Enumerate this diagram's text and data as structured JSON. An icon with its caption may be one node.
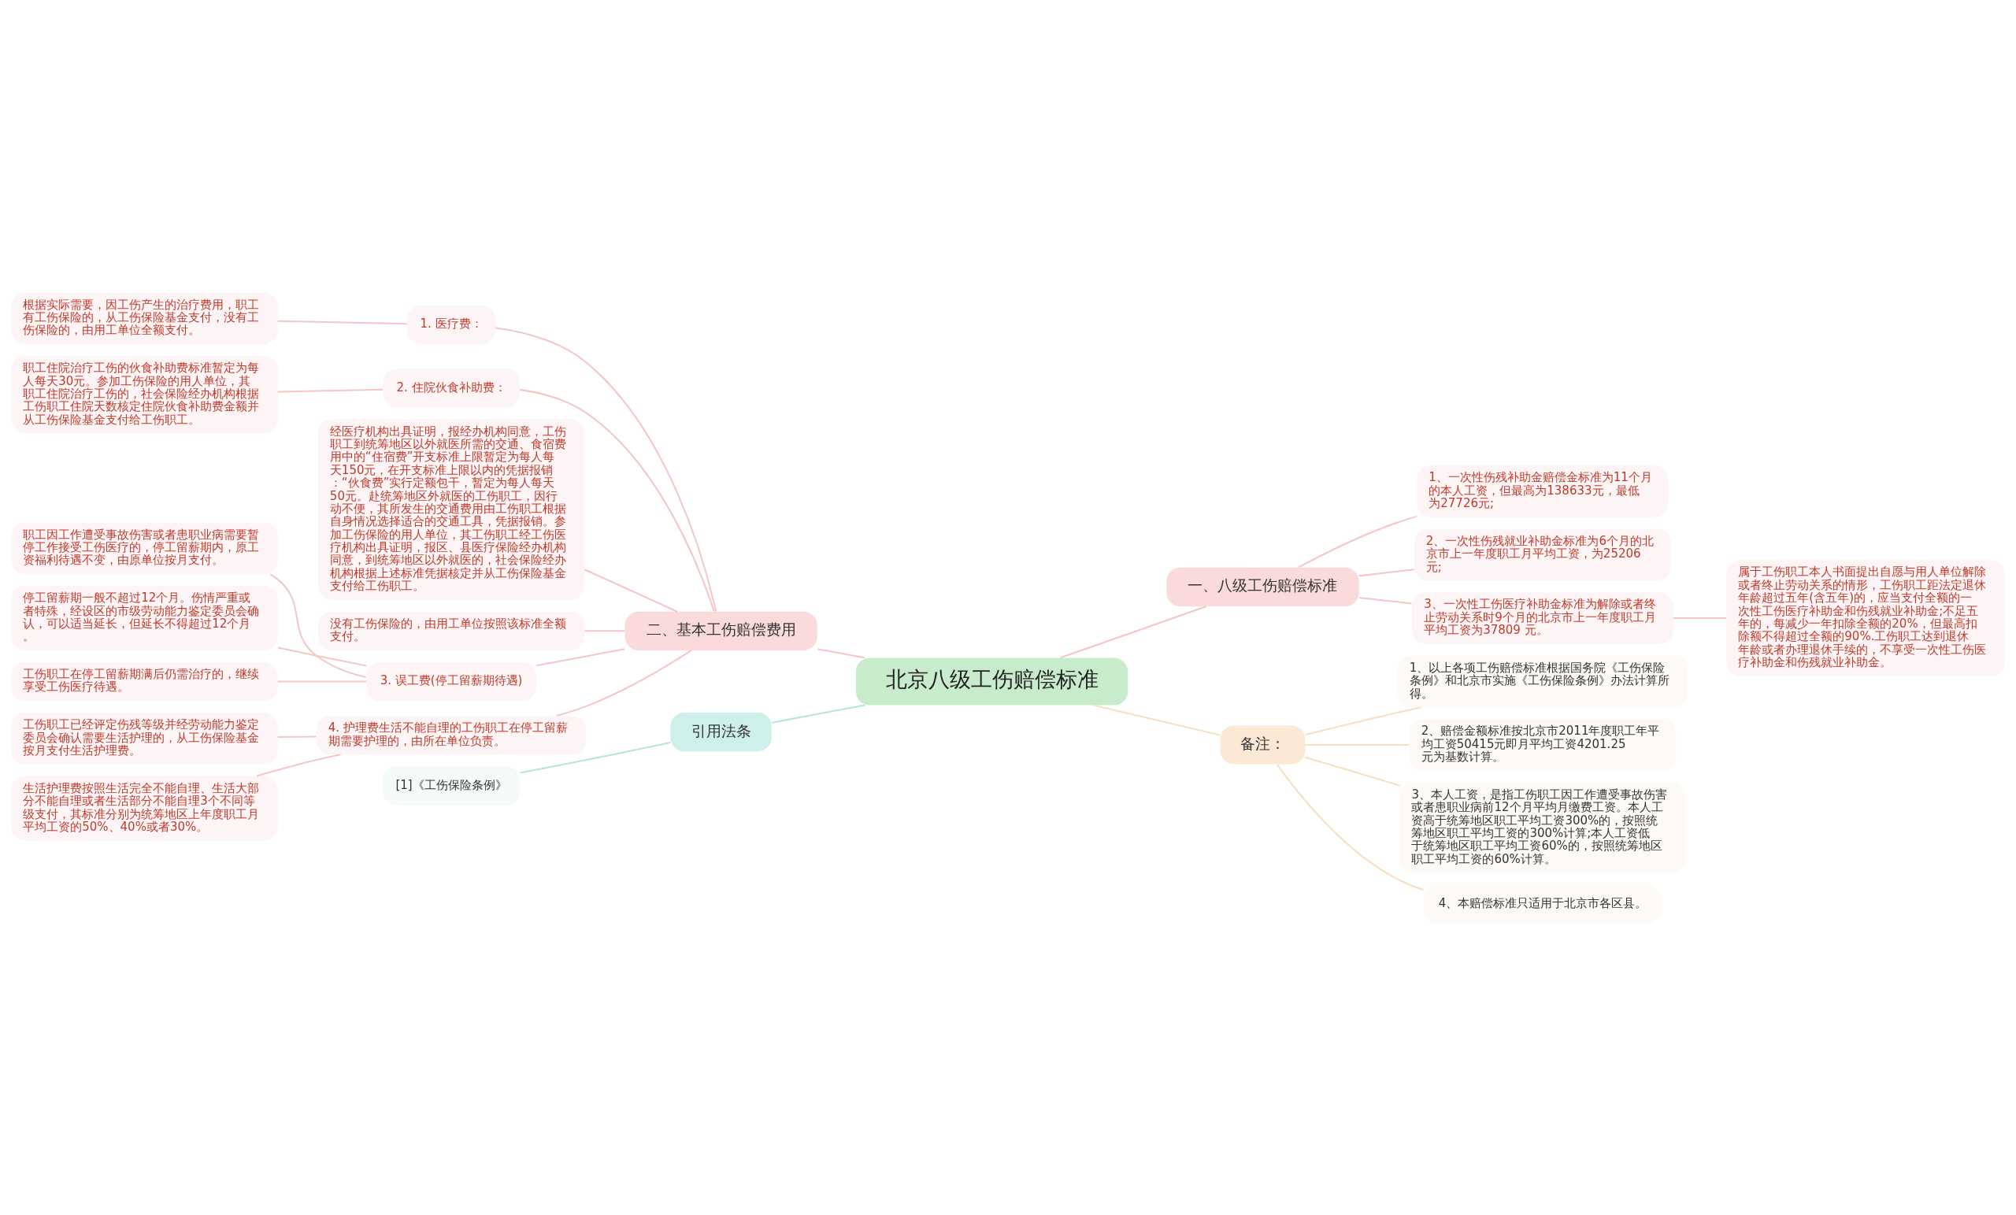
{
  "diagram": {
    "nodes": [
      {
        "text": [
          "北京八级工伤赔偿标准"
        ]
      },
      {
        "text": [
          "二、基本工伤赔偿费用"
        ]
      },
      {
        "text": [
          "1. 医疗费："
        ]
      },
      {
        "text": [
          "根据实际需要，因工伤产生的治疗费用，职工有工伤保险的，从工伤保险基金支付，没有工伤保险的，由用工单位全额支付。"
        ]
      },
      {
        "text": [
          "2. 住院伙食补助费："
        ]
      },
      {
        "text": [
          "职工住院治疗工伤的伙食补助费标准暂定为每人每天30元。参加工伤保险的用人单位，其职工住院治疗工伤的，社会保险经办机构根据工伤职工住院天数核定住院伙食补助费金额并从工伤保险基金支付给工伤职工。"
        ]
      },
      {
        "text": [
          "经医疗机构出具证明，报经办机构同意，工伤职工到统筹地区以外就医所需的交通、食宿费用中的“住宿费”开支标准上限暂定为每人每天150元，在开支标准上限以内的凭据报销：“伙食费”实行定额包干，暂定为每人每天50元。赴统筹地区外就医的工伤职工，因行动不便，其所发生的交通费用由工伤职工根据自身情况选择适合的交通工具，凭据报销。参加工伤保险的用人单位，其工伤职工经工伤医疗机构出具证明，报区、县医疗保险经办机构同意，到统筹地区以外就医的，社会保险经办机构根据上述标准凭据核定并从工伤保险基金支付给工伤职工。"
        ]
      },
      {
        "text": [
          "没有工伤保险的，由用工单位按照该标准全额支付。"
        ]
      },
      {
        "text": [
          "3. 误工费(停工留薪期待遇)"
        ]
      },
      {
        "text": [
          "职工因工作遭受事故伤害或者患职业病需要暂停工作接受工伤医疗的，停工留薪期内，原工资福利待遇不变，由原单位按月支付。"
        ]
      },
      {
        "text": [
          "停工留薪期一般不超过12个月。伤情严重或者特殊，经设区的市级劳动能力鉴定委员会确认，可以适当延长，但延长不得超过12个月。"
        ]
      },
      {
        "text": [
          "工伤职工在停工留薪期满后仍需治疗的，继续享受工伤医疗待遇。"
        ]
      },
      {
        "text": [
          "4. 护理费生活不能自理的工伤职工在停工留薪期需要护理的，由所在单位负责。"
        ]
      },
      {
        "text": [
          "工伤职工已经评定伤残等级并经劳动能力鉴定委员会确认需要生活护理的，从工伤保险基金按月支付生活护理费。"
        ]
      },
      {
        "text": [
          "生活护理费按照生活完全不能自理、生活大部分不能自理或者生活部分不能自理3个不同等级支付，其标准分别为统筹地区上年度职工月平均工资的50%、40%或者30%。"
        ]
      },
      {
        "text": [
          "引用法条"
        ]
      },
      {
        "text": [
          "[1]《工伤保险条例》"
        ]
      },
      {
        "text": [
          "一、八级工伤赔偿标准"
        ]
      },
      {
        "text": [
          "1、一次性伤残补助金赔偿金标准为11个月的本人工资，但最高为138633元，最低为27726元;"
        ]
      },
      {
        "text": [
          "2、一次性伤残就业补助金标准为6个月的北京市上一年度职工月平均工资，为25206 元;"
        ]
      },
      {
        "text": [
          "3、一次性工伤医疗补助金标准为解除或者终止劳动关系时9个月的北京市上一年度职工月平均工资为37809 元。"
        ]
      },
      {
        "text": [
          "属于工伤职工本人书面提出自愿与用人单位解除或者终止劳动关系的情形，工伤职工距法定退休年龄超过五年(含五年)的，应当支付全额的一次性工伤医疗补助金和伤残就业补助金;不足五年的，每减少一年扣除全额的20%，但最高扣除额不得超过全额的90%.工伤职工达到退休年龄或者办理退休手续的，不享受一次性工伤医疗补助金和伤残就业补助金。"
        ]
      },
      {
        "text": [
          "备注："
        ]
      },
      {
        "text": [
          "1、以上各项工伤赔偿标准根据国务院《工伤保险条例》和北京市实施《工伤保险条例》办法计算所得。"
        ]
      },
      {
        "text": [
          "2、赔偿金额标准按北京市2011年度职工年平均工资50415元即月平均工资4201.25元为基数计算。"
        ]
      },
      {
        "text": [
          "3、本人工资，是指工伤职工因工作遭受事故伤害或者患职业病前12个月平均月缴费工资。本人工资高于统筹地区职工平均工资300%的，按照统筹地区职工平均工资的300%计算;本人工资低于统筹地区职工平均工资60%的，按照统筹地区职工平均工资的60%计算。"
        ]
      },
      {
        "text": [
          "4、本赔偿标准只适用于北京市各区县。"
        ]
      }
    ],
    "edges": [
      {
        "from": 0,
        "to": 1,
        "arrow": "none"
      },
      {
        "from": 1,
        "to": 2,
        "arrow": "none"
      },
      {
        "from": 2,
        "to": 3,
        "arrow": "none"
      },
      {
        "from": 1,
        "to": 4,
        "arrow": "none"
      },
      {
        "from": 4,
        "to": 5,
        "arrow": "none"
      },
      {
        "from": 1,
        "to": 6,
        "arrow": "none"
      },
      {
        "from": 1,
        "to": 7,
        "arrow": "none"
      },
      {
        "from": 1,
        "to": 8,
        "arrow": "none"
      },
      {
        "from": 8,
        "to": 9,
        "arrow": "none"
      },
      {
        "from": 8,
        "to": 10,
        "arrow": "none"
      },
      {
        "from": 8,
        "to": 11,
        "arrow": "none"
      },
      {
        "from": 1,
        "to": 12,
        "arrow": "none"
      },
      {
        "from": 12,
        "to": 13,
        "arrow": "none"
      },
      {
        "from": 12,
        "to": 14,
        "arrow": "none"
      },
      {
        "from": 0,
        "to": 15,
        "arrow": "none",
        "color": "#b5e6dd"
      },
      {
        "from": 15,
        "to": 16,
        "arrow": "none",
        "color": "#b5e6dd"
      },
      {
        "from": 0,
        "to": 17,
        "arrow": "none"
      },
      {
        "from": 17,
        "to": 18,
        "arrow": "none"
      },
      {
        "from": 17,
        "to": 19,
        "arrow": "none"
      },
      {
        "from": 17,
        "to": 20,
        "arrow": "none"
      },
      {
        "from": 20,
        "to": 21,
        "arrow": "none"
      },
      {
        "from": 0,
        "to": 22,
        "arrow": "none",
        "color": "#f8dfc0"
      },
      {
        "from": 22,
        "to": 23,
        "arrow": "none",
        "color": "#f8dfc0"
      },
      {
        "from": 22,
        "to": 24,
        "arrow": "none",
        "color": "#f8dfc0"
      },
      {
        "from": 22,
        "to": 25,
        "arrow": "none",
        "color": "#f8dfc0"
      },
      {
        "from": 22,
        "to": 26,
        "arrow": "none",
        "color": "#f8dfc0"
      }
    ]
  }
}
